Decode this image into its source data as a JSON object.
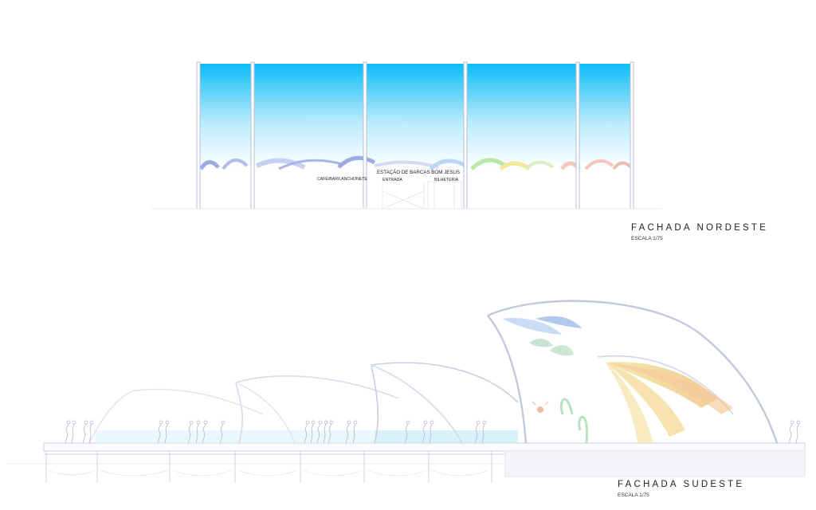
{
  "drawings": [
    {
      "title": "FACHADA NORDESTE",
      "scale": "ESCALA 1/75",
      "signage": {
        "station_name": "ESTAÇÃO DE BARCAS BOM JESUS",
        "cafe": "CAFÉ/BAR/LANCHONETE",
        "entrance": "ENTRADA",
        "ticket_office": "BILHETERIA"
      }
    },
    {
      "title": "FACHADA SUDESTE",
      "scale": "ESCALA 1/75"
    }
  ],
  "colors": {
    "sky_top": "#0bbcf6",
    "sky_bottom": "#ffffff",
    "frame_line": "#b8bfd6",
    "shell_line": "#c9cde3",
    "mosaic_blue": "#7d8fd6",
    "mosaic_green": "#a8e08c",
    "mosaic_yellow": "#f3e17a",
    "mosaic_salmon": "#f0b8a6",
    "fan_orange": "#f3c389",
    "fan_yellow": "#f1e59a"
  }
}
